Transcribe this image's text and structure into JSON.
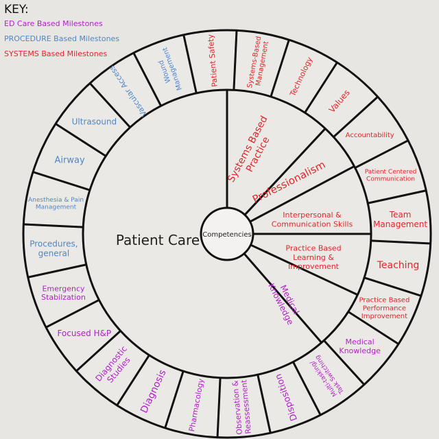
{
  "colors": {
    "ed": "#b21fc9",
    "procedure": "#4f86c6",
    "systems": "#e0262a",
    "line": "#111111",
    "dark": "#222222"
  },
  "key": {
    "title": "KEY:",
    "items": [
      {
        "label": "ED Care Based Milestones",
        "group": "ed"
      },
      {
        "label": "PROCEDURE Based Milestones",
        "group": "procedure"
      },
      {
        "label": "SYSTEMS Based Milestones",
        "group": "systems"
      }
    ]
  },
  "center": {
    "label": "Competencies"
  },
  "categories": [
    {
      "label": "Patient Care",
      "group": "dark"
    },
    {
      "lines": [
        "Systems Based",
        "Practice"
      ],
      "group": "systems"
    },
    {
      "lines": [
        "Professionalism"
      ],
      "group": "systems"
    },
    {
      "lines": [
        "Interpersonal &",
        "Communication Skills"
      ],
      "group": "systems"
    },
    {
      "lines": [
        "Practice Based",
        "Learning &",
        "Improvement"
      ],
      "group": "systems"
    },
    {
      "lines": [
        "Medical",
        "Knowledge"
      ],
      "group": "ed"
    }
  ],
  "segments": [
    {
      "lines": [
        "Patient Safety"
      ],
      "group": "systems"
    },
    {
      "lines": [
        "Systems-Based",
        "Management"
      ],
      "group": "systems"
    },
    {
      "lines": [
        "Technology"
      ],
      "group": "systems"
    },
    {
      "lines": [
        "Values"
      ],
      "group": "systems"
    },
    {
      "lines": [
        "Accountability"
      ],
      "group": "systems"
    },
    {
      "lines": [
        "Patient Centered",
        "Communication"
      ],
      "group": "systems"
    },
    {
      "lines": [
        "Team",
        "Management"
      ],
      "group": "systems"
    },
    {
      "lines": [
        "Teaching"
      ],
      "group": "systems"
    },
    {
      "lines": [
        "Practice Based",
        "Performance",
        "Improvement"
      ],
      "group": "systems"
    },
    {
      "lines": [
        "Medical",
        "Knowledge"
      ],
      "group": "ed"
    },
    {
      "lines": [
        "Multi-tasking/",
        "Task Switching"
      ],
      "group": "ed"
    },
    {
      "lines": [
        "Disposition"
      ],
      "group": "ed"
    },
    {
      "lines": [
        "Observation &",
        "Reassessment"
      ],
      "group": "ed"
    },
    {
      "lines": [
        "Pharmacology"
      ],
      "group": "ed"
    },
    {
      "lines": [
        "Diagnosis"
      ],
      "group": "ed"
    },
    {
      "lines": [
        "Diagnostic",
        "Studies"
      ],
      "group": "ed"
    },
    {
      "lines": [
        "Focused H&P"
      ],
      "group": "ed"
    },
    {
      "lines": [
        "Emergency",
        "Stabilzation"
      ],
      "group": "ed"
    },
    {
      "lines": [
        "Procedures,",
        "general"
      ],
      "group": "procedure"
    },
    {
      "lines": [
        "Anesthesia & Pain",
        "Management"
      ],
      "group": "procedure"
    },
    {
      "lines": [
        "Airway"
      ],
      "group": "procedure"
    },
    {
      "lines": [
        "Ultrasound"
      ],
      "group": "procedure"
    },
    {
      "lines": [
        "Vascular Access"
      ],
      "group": "procedure"
    },
    {
      "lines": [
        "Wound",
        "Management"
      ],
      "group": "procedure"
    }
  ]
}
